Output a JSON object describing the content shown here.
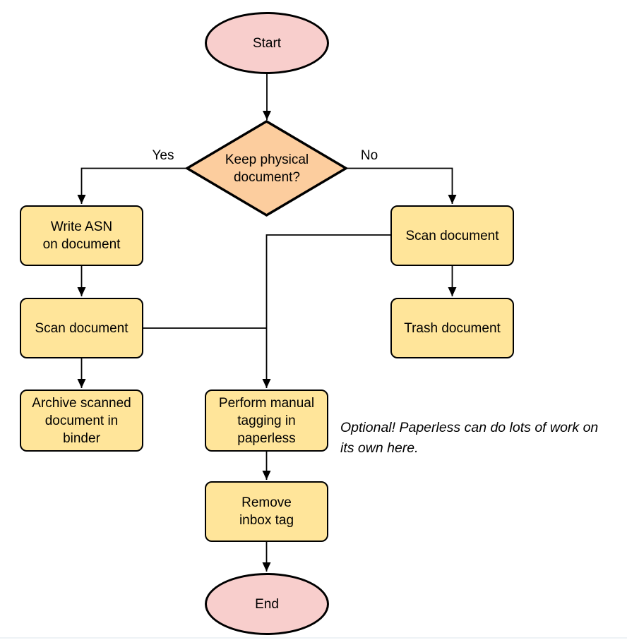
{
  "diagram": {
    "nodes": {
      "start": {
        "label": "Start",
        "type": "terminator"
      },
      "decision": {
        "label": "Keep physical\ndocument?",
        "type": "decision"
      },
      "write_asn": {
        "label": "Write ASN\non document",
        "type": "process"
      },
      "scan_left": {
        "label": "Scan document",
        "type": "process"
      },
      "archive": {
        "label": "Archive scanned\ndocument in\nbinder",
        "type": "process"
      },
      "scan_right": {
        "label": "Scan document",
        "type": "process"
      },
      "trash": {
        "label": "Trash document",
        "type": "process"
      },
      "tagging": {
        "label": "Perform manual\ntagging in\npaperless",
        "type": "process"
      },
      "remove_inbox": {
        "label": "Remove\ninbox tag",
        "type": "process"
      },
      "end": {
        "label": "End",
        "type": "terminator"
      }
    },
    "edge_labels": {
      "yes": "Yes",
      "no": "No"
    },
    "note": "Optional! Paperless can do lots of work on\nits own here.",
    "colors": {
      "terminator_fill": "#F8CECC",
      "decision_fill": "#FCCD9E",
      "process_fill": "#FFE59A",
      "stroke": "#000000"
    }
  }
}
